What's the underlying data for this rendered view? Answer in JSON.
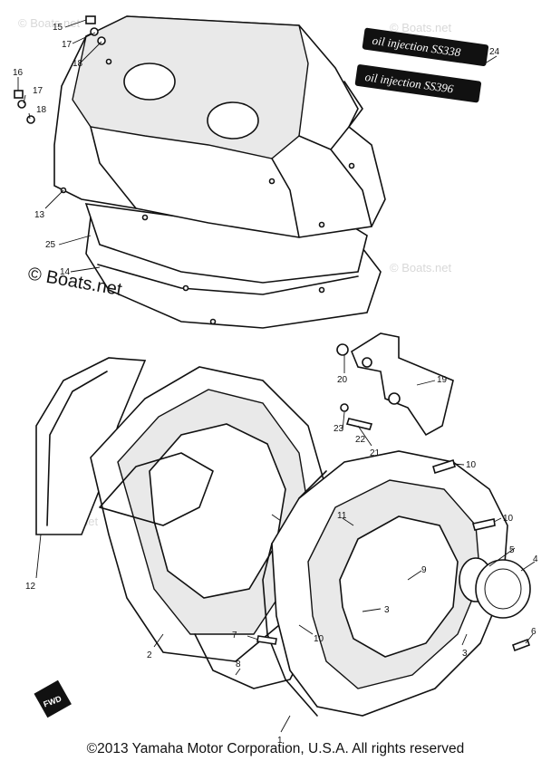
{
  "watermark": "© Boats.net",
  "decals": [
    "oil injection SS338",
    "oil injection SS396"
  ],
  "fwd_label": "FWD",
  "copyright": "©2013 Yamaha Motor Corporation, U.S.A. All rights reserved",
  "callouts": {
    "c1": "1",
    "c2": "2",
    "c3a": "3",
    "c3b": "3",
    "c4": "4",
    "c5": "5",
    "c6": "6",
    "c7": "7",
    "c8": "8",
    "c9": "9",
    "c10a": "10",
    "c10b": "10",
    "c10c": "10",
    "c11": "11",
    "c12": "12",
    "c13": "13",
    "c14": "14",
    "c15": "15",
    "c16": "16",
    "c17a": "17",
    "c17b": "17",
    "c18a": "18",
    "c18b": "18",
    "c19": "19",
    "c20": "20",
    "c21": "21",
    "c22": "22",
    "c23": "23",
    "c24": "24",
    "c25": "25"
  }
}
